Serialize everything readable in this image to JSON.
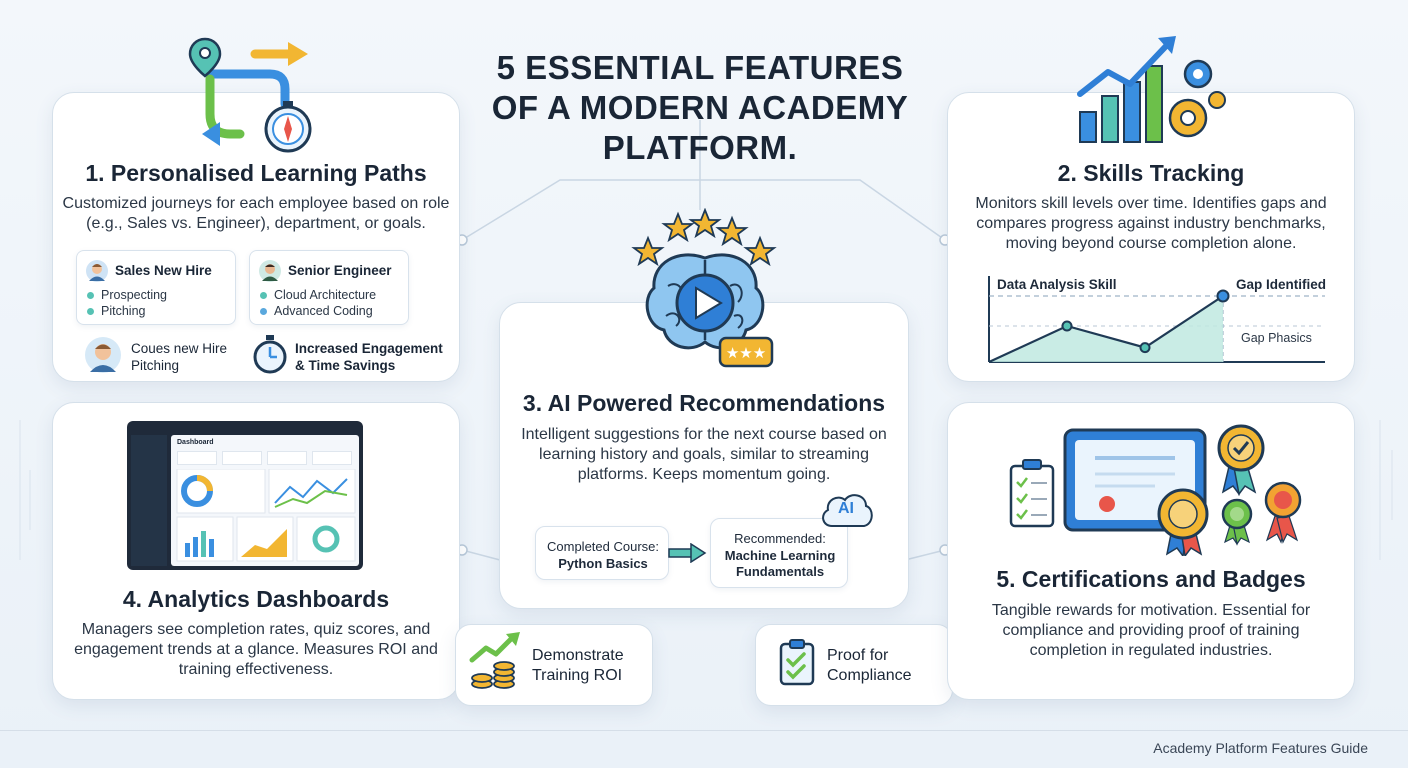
{
  "main_title": {
    "line1": "5 ESSENTIAL FEATURES",
    "line2": "OF A MODERN ACADEMY",
    "line3": "PLATFORM."
  },
  "cards": {
    "learning_paths": {
      "title": "1. Personalised Learning Paths",
      "description": "Customized journeys for each employee based on role (e.g., Sales vs. Engineer), department, or goals.",
      "profiles": [
        {
          "name": "Sales New Hire",
          "items": [
            "Prospecting",
            "Pitching"
          ]
        },
        {
          "name": "Senior Engineer",
          "items": [
            "Cloud Architecture",
            "Advanced Coding"
          ]
        }
      ],
      "extra_profile_name": "Coues new Hire",
      "extra_profile_item": "Pitching",
      "benefit_line1": "Increased Engagement",
      "benefit_line2": "& Time Savings"
    },
    "skills_tracking": {
      "title": "2. Skills Tracking",
      "description": "Monitors skill levels over time. Identifies gaps and compares progress against industry benchmarks, moving beyond course completion alone.",
      "chart_label": "Data Analysis Skill",
      "gap_label": "Gap Identified",
      "gap_note": "Gap Phasics"
    },
    "ai_recommendations": {
      "title": "3. AI Powered Recommendations",
      "description": "Intelligent suggestions for the next course based on learning history and goals, similar to streaming platforms. Keeps momentum going.",
      "completed_label": "Completed Course:",
      "completed_course": "Python Basics",
      "recommended_label": "Recommended:",
      "recommended_line1": "Machine Learning",
      "recommended_line2": "Fundamentals",
      "ai_badge": "AI"
    },
    "analytics": {
      "title": "4. Analytics Dashboards",
      "description": "Managers see completion rates, quiz scores, and engagement trends at a glance. Measures ROI and training effectiveness.",
      "dashboard_heading": "Dashboard",
      "roi_line1": "Demonstrate",
      "roi_line2": "Training ROI"
    },
    "certifications": {
      "title": "5. Certifications and Badges",
      "description": "Tangible rewards for motivation. Essential for compliance and providing proof of training completion in regulated industries.",
      "compliance_line1": "Proof for",
      "compliance_line2": "Compliance"
    }
  },
  "footer": "Academy Platform Features Guide",
  "colors": {
    "accent_blue": "#2f7fd6",
    "accent_teal": "#3fb8a6",
    "accent_green": "#6cc04a",
    "accent_gold": "#f2b632"
  },
  "chart_data": {
    "type": "line",
    "title": "Data Analysis Skill",
    "xlabel": "",
    "ylabel": "",
    "grid": false,
    "series": [
      {
        "values": [
          0,
          30,
          12,
          55
        ]
      }
    ],
    "ylim": [
      0,
      60
    ],
    "annotations": [
      "Gap Identified",
      "Gap Phasics"
    ]
  }
}
